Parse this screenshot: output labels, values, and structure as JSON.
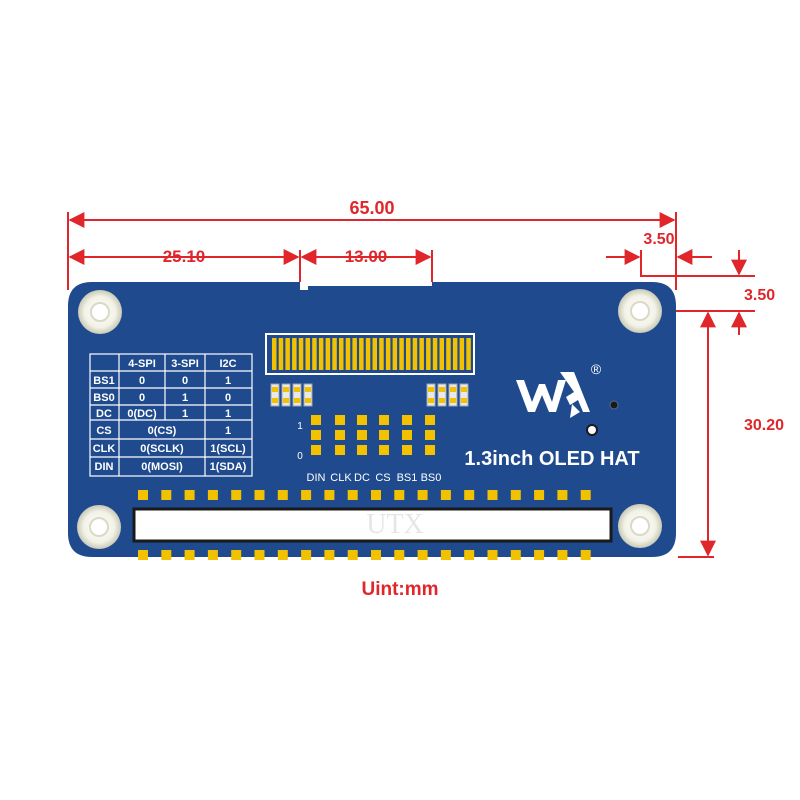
{
  "dimensions": {
    "width_total": "65.00",
    "left_offset": "25.10",
    "connector_width": "13.00",
    "hole_offset_x": "3.50",
    "hole_offset_y": "3.50",
    "height_total": "30.20"
  },
  "unit_label": "Uint:mm",
  "board": {
    "title": "1.3inch OLED HAT",
    "logo_mark": "®",
    "jumper_row_1": "1",
    "jumper_row_0": "0",
    "jumper_labels": [
      "DIN",
      "CLK",
      "DC",
      "CS",
      "BS1",
      "BS0"
    ],
    "watermark": "UTX"
  },
  "config_table": {
    "headers": [
      "",
      "4-SPI",
      "3-SPI",
      "I2C"
    ],
    "rows": [
      {
        "label": "BS1",
        "c1": "0",
        "c2": "0",
        "c3": "1"
      },
      {
        "label": "BS0",
        "c1": "0",
        "c2": "1",
        "c3": "0"
      },
      {
        "label": "DC",
        "c1": "0(DC)",
        "c2": "1",
        "c3": "1"
      },
      {
        "label": "CS",
        "span": "0(CS)",
        "c3": "1"
      },
      {
        "label": "CLK",
        "span": "0(SCLK)",
        "c3": "1(SCL)"
      },
      {
        "label": "DIN",
        "span": "0(MOSI)",
        "c3": "1(SDA)"
      }
    ]
  },
  "colors": {
    "dimension": "#e0262b",
    "board": "#1f4a8e",
    "pad": "#f2c200",
    "text": "#ffffff"
  }
}
